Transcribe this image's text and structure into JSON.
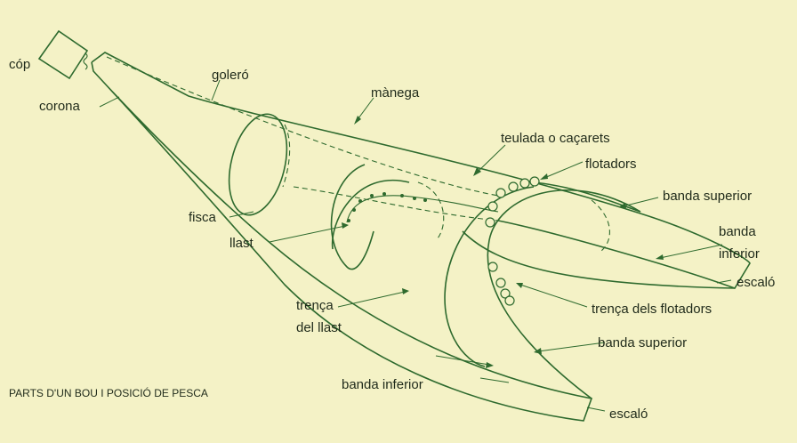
{
  "labels": {
    "cop": "cóp",
    "corona": "corona",
    "golero": "goleró",
    "manega": "mànega",
    "teulada": "teulada o caçarets",
    "flotadors": "flotadors",
    "banda_superior_right": "banda superior",
    "banda_inferior_right_1": "banda",
    "banda_inferior_right_2": "inferior",
    "escalo_right": "escaló",
    "fisca": "fisca",
    "llast": "llast",
    "trenca_llast_1": "trença",
    "trenca_llast_2": "del llast",
    "trenca_flotadors": "trença dels flotadors",
    "banda_superior_lower": "banda superior",
    "banda_inferior_lower": "banda inferior",
    "escalo_bottom": "escaló"
  },
  "caption": "PARTS D'UN BOU I POSICIÓ DE PESCA",
  "colors": {
    "background": "#f4f2c6",
    "line": "#2e6a2e",
    "text": "#1f2a1a"
  }
}
